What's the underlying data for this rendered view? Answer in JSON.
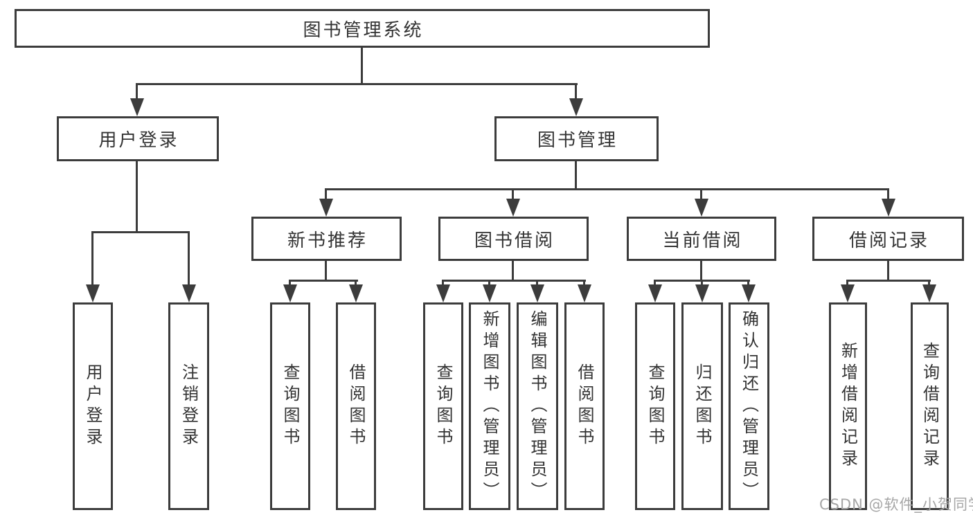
{
  "diagram_title": "图书管理系统",
  "tree": {
    "label": "图书管理系统",
    "children": [
      {
        "label": "用户登录",
        "children": [
          {
            "label": "用户登录"
          },
          {
            "label": "注销登录"
          }
        ]
      },
      {
        "label": "图书管理",
        "children": [
          {
            "label": "新书推荐",
            "children": [
              {
                "label": "查询图书"
              },
              {
                "label": "借阅图书"
              }
            ]
          },
          {
            "label": "图书借阅",
            "children": [
              {
                "label": "查询图书"
              },
              {
                "label": "新增图书（管理员）"
              },
              {
                "label": "编辑图书（管理员）"
              },
              {
                "label": "借阅图书"
              }
            ]
          },
          {
            "label": "当前借阅",
            "children": [
              {
                "label": "查询图书"
              },
              {
                "label": "归还图书"
              },
              {
                "label": "确认归还（管理员）"
              }
            ]
          },
          {
            "label": "借阅记录",
            "children": [
              {
                "label": "新增借阅记录"
              },
              {
                "label": "查询借阅记录"
              }
            ]
          }
        ]
      }
    ]
  },
  "watermark": {
    "text": "CSDN @软件_小贺同学"
  },
  "colors": {
    "line": "#3c3c3c",
    "text": "#333333",
    "watermark": "#a6a6a6",
    "background": "#ffffff"
  }
}
